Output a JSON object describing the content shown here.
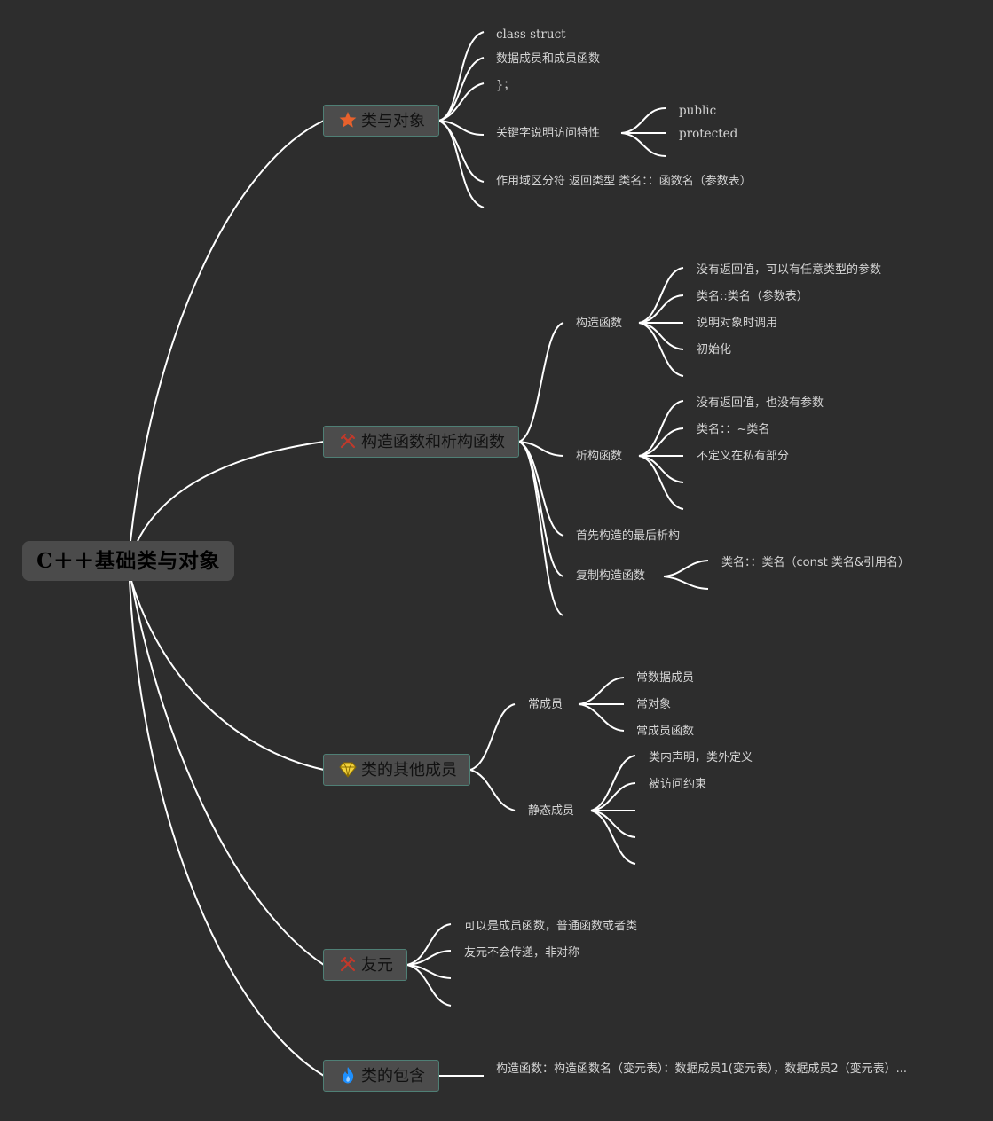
{
  "root": {
    "label": "C＋＋基础类与对象"
  },
  "branches": [
    {
      "label": "类与对象",
      "icon": "star-icon",
      "children": [
        {
          "label": "class struct"
        },
        {
          "label": "数据成员和成员函数"
        },
        {
          "label": "}；"
        },
        {
          "label": "关键字说明访问特性",
          "children": [
            "public",
            "protected"
          ]
        },
        {
          "label": "作用域区分符 返回类型 类名：：函数名（参数表）"
        }
      ]
    },
    {
      "label": "构造函数和析构函数",
      "icon": "tools-icon",
      "children": [
        {
          "label": "构造函数",
          "children": [
            "没有返回值，可以有任意类型的参数",
            "类名::类名（参数表）",
            "说明对象时调用",
            "初始化"
          ]
        },
        {
          "label": "析构函数",
          "children": [
            "没有返回值，也没有参数",
            "类名：：~类名",
            "不定义在私有部分"
          ]
        },
        {
          "label": "首先构造的最后析构"
        },
        {
          "label": "复制构造函数",
          "children": [
            "类名：：类名（const 类名&引用名）"
          ]
        }
      ]
    },
    {
      "label": "类的其他成员",
      "icon": "gem-icon",
      "children": [
        {
          "label": "常成员",
          "children": [
            "常数据成员",
            "常对象",
            "常成员函数"
          ]
        },
        {
          "label": "静态成员",
          "children": [
            "类内声明，类外定义",
            "被访问约束"
          ]
        }
      ]
    },
    {
      "label": "友元",
      "icon": "tools-icon",
      "children": [
        {
          "label": "可以是成员函数，普通函数或者类"
        },
        {
          "label": "友元不会传递，非对称"
        }
      ]
    },
    {
      "label": "类的包含",
      "icon": "flame-icon",
      "children": [
        {
          "label": "构造函数：构造函数名（变元表）：数据成员1(变元表），数据成员2（变元表）..."
        }
      ]
    }
  ],
  "colors": {
    "background": "#2d2d2d",
    "node_fill": "#4c4c4c",
    "node_border": "#4f7f75",
    "edge": "#ffffff",
    "star": "#e8612c",
    "tools": "#c0392b",
    "gem": "#f2d23c",
    "flame": "#1e90ff"
  }
}
